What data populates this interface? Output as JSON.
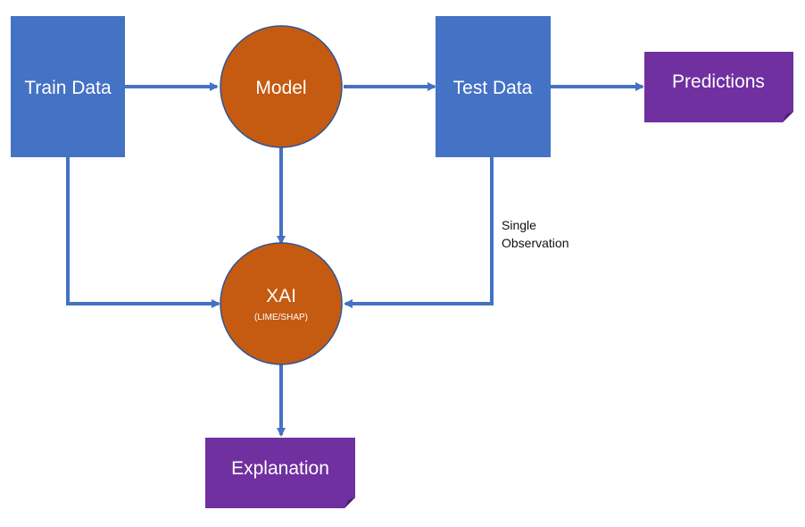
{
  "nodes": {
    "train_data": "Train Data",
    "model": "Model",
    "test_data": "Test Data",
    "predictions": "Predictions",
    "xai": "XAI",
    "xai_sub": "(LIME/SHAP)",
    "explanation": "Explanation"
  },
  "edge_labels": {
    "single_observation_line1": "Single",
    "single_observation_line2": "Observation"
  },
  "colors": {
    "data_box": "#4472c4",
    "process_circle": "#c55a11",
    "document_fill": "#7030a0",
    "arrow": "#4472c4"
  }
}
